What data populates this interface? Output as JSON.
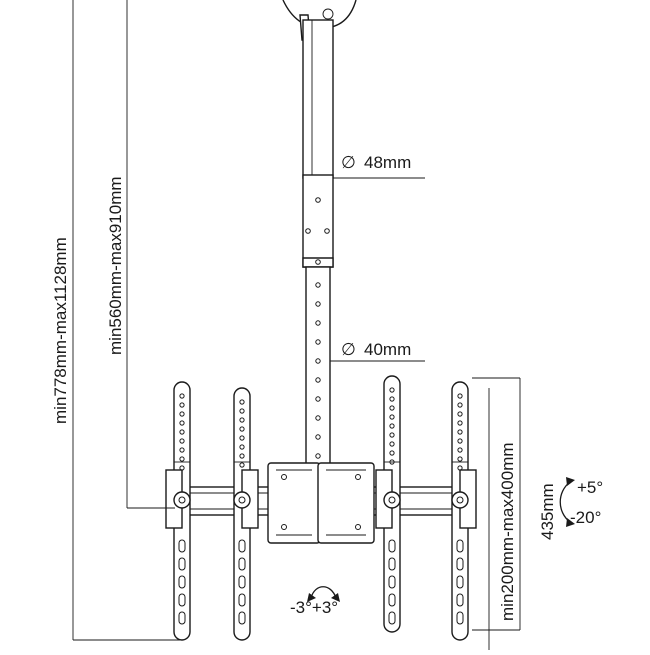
{
  "labels": {
    "pole_upper_diameter": "48mm",
    "pole_lower_diameter": "40mm",
    "diameter_symbol": "∅",
    "total_height": "min778mm-max1128mm",
    "pole_length": "min560mm-max910mm",
    "vesa_height": "min200mm-max400mm",
    "bracket_height": "435mm",
    "tilt_up": "+5°",
    "tilt_down": "-20°",
    "swivel": "-3°+3°"
  }
}
